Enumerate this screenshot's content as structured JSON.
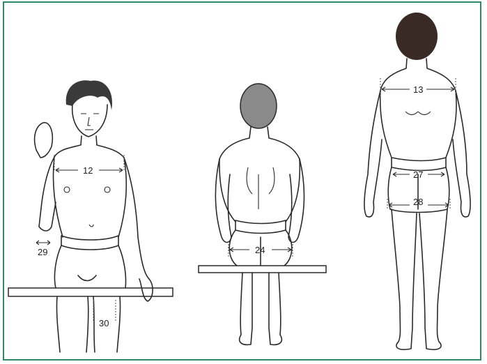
{
  "colors": {
    "border": "#2f8a6a",
    "dark_hair": "#3a2a26",
    "grey_head": "#8a8a8a"
  },
  "figures": {
    "seated_front": {
      "measure_chest": "12",
      "measure_forearm": "29",
      "measure_knee": "30"
    },
    "seated_back": {
      "measure_hip": "24"
    },
    "standing_back": {
      "measure_shoulder": "13",
      "measure_waist": "27",
      "measure_hip": "28"
    }
  }
}
